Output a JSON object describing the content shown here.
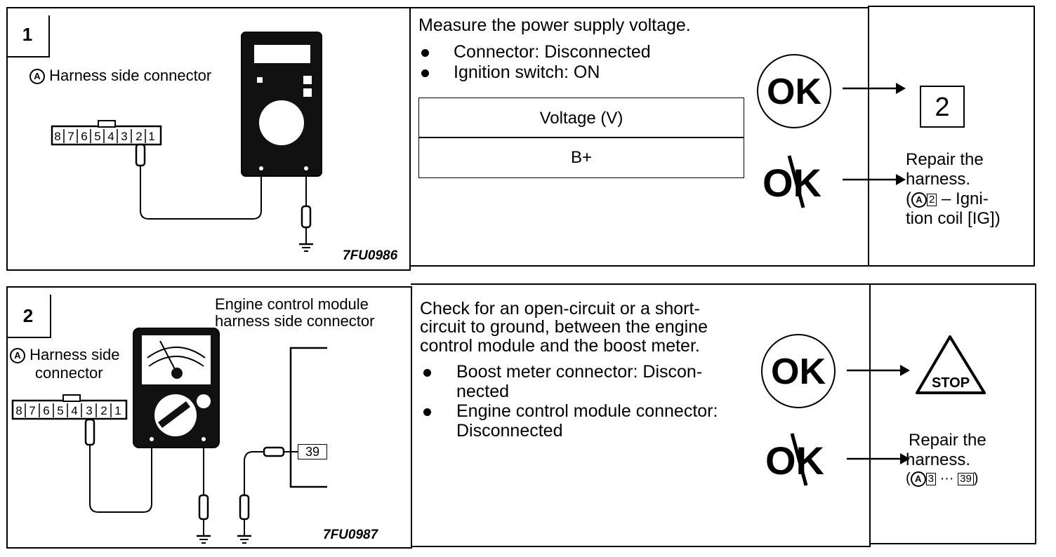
{
  "steps": [
    {
      "number": "1",
      "diagram": {
        "connector_label_marker": "A",
        "connector_label": "Harness side connector",
        "pins": [
          "8",
          "7",
          "6",
          "5",
          "4",
          "3",
          "2",
          "1"
        ],
        "figure_code": "7FU0986"
      },
      "instruction": "Measure the power supply voltage.",
      "conditions": [
        "Connector: Disconnected",
        "Ignition switch: ON"
      ],
      "table": {
        "header": "Voltage  (V)",
        "value": "B+"
      },
      "ok_text": "OK",
      "ok_target": "2",
      "ng_line1": "Repair the",
      "ng_line2": "harness.",
      "ng_line3_pre": "(",
      "ng_line3_marker": "A",
      "ng_line3_box": "2",
      "ng_line3_post": " – Igni-",
      "ng_line4": "tion coil [IG])"
    },
    {
      "number": "2",
      "diagram": {
        "connector_label_marker": "A",
        "connector_label_1": "Harness side",
        "connector_label_2": "connector",
        "ecm_label_1": "Engine control module",
        "ecm_label_2": "harness side connector",
        "pins": [
          "8",
          "7",
          "6",
          "5",
          "4",
          "3",
          "2",
          "1"
        ],
        "ecm_pin": "39",
        "figure_code": "7FU0987"
      },
      "instruction_lines": [
        "Check for an open-circuit or a short-",
        "circuit to ground, between the engine",
        "control module and the boost meter."
      ],
      "conditions": [
        {
          "line1": "Boost meter connector: Discon-",
          "line2": "nected"
        },
        {
          "line1": "Engine control module connector:",
          "line2": "Disconnected"
        }
      ],
      "ok_text": "OK",
      "ok_target": "STOP",
      "ng_line1": "Repair the",
      "ng_line2": "harness.",
      "ng_line3_pre": "(",
      "ng_line3_marker": "A",
      "ng_line3_box1": "3",
      "ng_line3_mid": " ··· ",
      "ng_line3_box2": "39",
      "ng_line3_post": ")"
    }
  ]
}
